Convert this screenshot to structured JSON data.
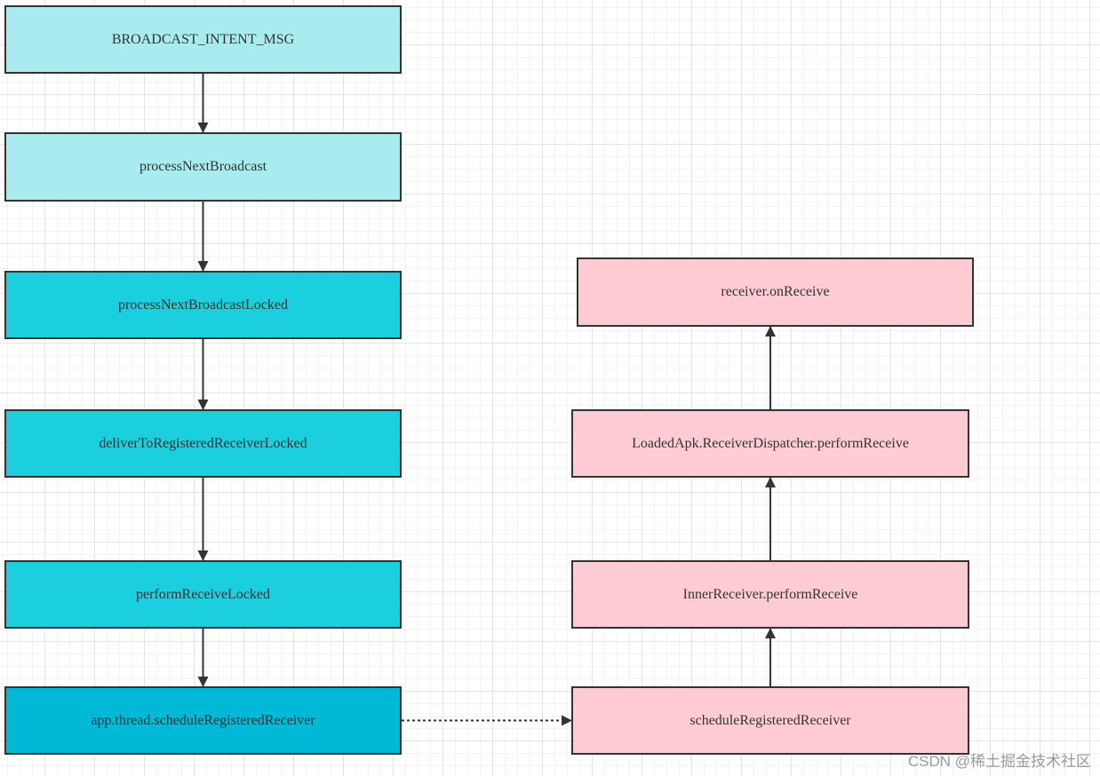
{
  "nodes": [
    {
      "id": "broadcast-intent-msg",
      "label": "BROADCAST_INTENT_MSG",
      "fill": "#a8ecf0"
    },
    {
      "id": "process-next-broadcast",
      "label": "processNextBroadcast",
      "fill": "#a8ecf0"
    },
    {
      "id": "process-next-broadcast-locked",
      "label": "processNextBroadcastLocked",
      "fill": "#1ccfdf"
    },
    {
      "id": "deliver-to-registered-receiver-locked",
      "label": "deliverToRegisteredReceiverLocked",
      "fill": "#1ccfdf"
    },
    {
      "id": "perform-receive-locked",
      "label": "performReceiveLocked",
      "fill": "#1ccfdf"
    },
    {
      "id": "app-thread-schedule-registered-receiver",
      "label": "app.thread.scheduleRegisteredReceiver",
      "fill": "#00b9d6"
    },
    {
      "id": "receiver-on-receive",
      "label": "receiver.onReceive",
      "fill": "#ffccd3"
    },
    {
      "id": "loaded-apk-receiver-dispatcher-perform-receive",
      "label": "LoadedApk.ReceiverDispatcher.performReceive",
      "fill": "#ffccd3"
    },
    {
      "id": "inner-receiver-perform-receive",
      "label": "InnerReceiver.performReceive",
      "fill": "#ffccd3"
    },
    {
      "id": "schedule-registered-receiver",
      "label": "scheduleRegisteredReceiver",
      "fill": "#ffccd3"
    }
  ],
  "edges": [
    {
      "from": "broadcast-intent-msg",
      "to": "process-next-broadcast",
      "style": "solid"
    },
    {
      "from": "process-next-broadcast",
      "to": "process-next-broadcast-locked",
      "style": "solid"
    },
    {
      "from": "process-next-broadcast-locked",
      "to": "deliver-to-registered-receiver-locked",
      "style": "solid"
    },
    {
      "from": "deliver-to-registered-receiver-locked",
      "to": "perform-receive-locked",
      "style": "solid"
    },
    {
      "from": "perform-receive-locked",
      "to": "app-thread-schedule-registered-receiver",
      "style": "solid"
    },
    {
      "from": "app-thread-schedule-registered-receiver",
      "to": "schedule-registered-receiver",
      "style": "dotted"
    },
    {
      "from": "schedule-registered-receiver",
      "to": "inner-receiver-perform-receive",
      "style": "solid"
    },
    {
      "from": "inner-receiver-perform-receive",
      "to": "loaded-apk-receiver-dispatcher-perform-receive",
      "style": "solid"
    },
    {
      "from": "loaded-apk-receiver-dispatcher-perform-receive",
      "to": "receiver-on-receive",
      "style": "solid"
    }
  ],
  "colors": {
    "stroke": "#333333"
  },
  "watermark": "CSDN @稀土掘金技术社区"
}
